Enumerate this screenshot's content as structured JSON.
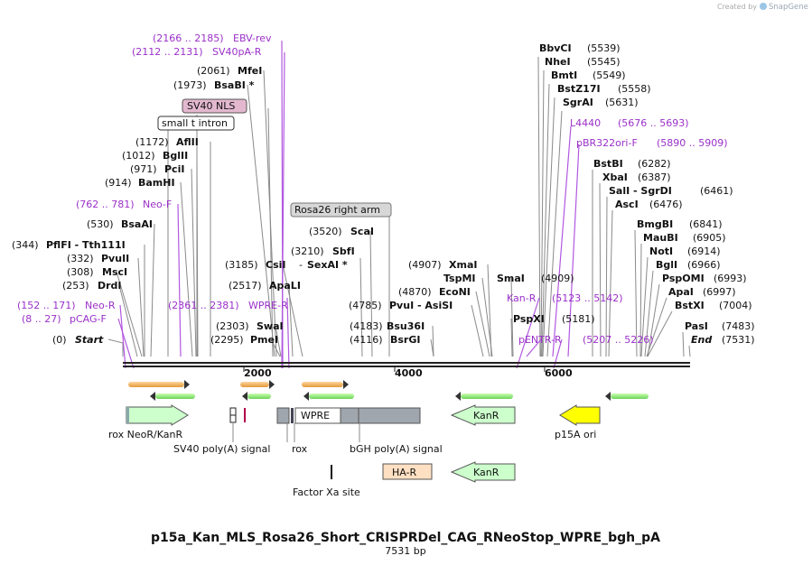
{
  "credit": {
    "prefix": "Created by",
    "brand": "SnapGene"
  },
  "map": {
    "name": "p15a_Kan_MLS_Rosa26_Short_CRISPRDel_CAG_RNeoStop_WPRE_bgh_pA",
    "length_label": "7531 bp",
    "length": 7531,
    "ticks": [
      "2000",
      "4000",
      "6000"
    ]
  },
  "sites": [
    {
      "pos": "(0)",
      "name": "Start"
    },
    {
      "pos": "(8 .. 27)",
      "name": "pCAG-F"
    },
    {
      "pos": "(152 .. 171)",
      "name": "Neo-R"
    },
    {
      "pos": "(253)",
      "name": "DrdI"
    },
    {
      "pos": "(308)",
      "name": "MscI"
    },
    {
      "pos": "(332)",
      "name": "PvuII"
    },
    {
      "pos": "(344)",
      "name": "PflFI - Tth111I"
    },
    {
      "pos": "(530)",
      "name": "BsaAI"
    },
    {
      "pos": "(762 .. 781)",
      "name": "Neo-F"
    },
    {
      "pos": "(914)",
      "name": "BamHI"
    },
    {
      "pos": "(971)",
      "name": "PciI"
    },
    {
      "pos": "(1012)",
      "name": "BglII"
    },
    {
      "pos": "(1172)",
      "name": "AflII"
    },
    {
      "pos": "(1973)",
      "name": "BsaBI *"
    },
    {
      "pos": "(2061)",
      "name": "MfeI"
    },
    {
      "pos": "(2112 .. 2131)",
      "name": "SV40pA-R"
    },
    {
      "pos": "(2166 .. 2185)",
      "name": "EBV-rev"
    },
    {
      "pos": "(2295)",
      "name": "PmeI"
    },
    {
      "pos": "(2303)",
      "name": "SwaI"
    },
    {
      "pos": "(2361 .. 2381)",
      "name": "WPRE-R"
    },
    {
      "pos": "(2517)",
      "name": "ApaLI"
    },
    {
      "pos": "(3185)",
      "name": "CsiI"
    },
    {
      "pos": "(3210)",
      "name": "SbfI"
    },
    {
      "pos": "",
      "name": "SexAI *"
    },
    {
      "pos": "(3520)",
      "name": "ScaI"
    },
    {
      "pos": "(4116)",
      "name": "BsrGI"
    },
    {
      "pos": "(4183)",
      "name": "Bsu36I"
    },
    {
      "pos": "(4785)",
      "name": "PvuI - AsiSI"
    },
    {
      "pos": "(4870)",
      "name": "EcoNI"
    },
    {
      "pos": "",
      "name": "TspMI"
    },
    {
      "pos": "(4907)",
      "name": "XmaI"
    },
    {
      "pos": "(4909)",
      "name": "SmaI"
    },
    {
      "pos": "(5123 .. 5142)",
      "name": "Kan-R"
    },
    {
      "pos": "(5181)",
      "name": "PspXI"
    },
    {
      "pos": "(5207 .. 5226)",
      "name": "pENTR-R"
    },
    {
      "pos": "(5539)",
      "name": "BbvCI"
    },
    {
      "pos": "(5545)",
      "name": "NheI"
    },
    {
      "pos": "(5549)",
      "name": "BmtI"
    },
    {
      "pos": "(5558)",
      "name": "BstZ17I"
    },
    {
      "pos": "(5631)",
      "name": "SgrAI"
    },
    {
      "pos": "(5676 .. 5693)",
      "name": "L4440"
    },
    {
      "pos": "(5890 .. 5909)",
      "name": "pBR322ori-F"
    },
    {
      "pos": "(6282)",
      "name": "BstBI"
    },
    {
      "pos": "(6387)",
      "name": "XbaI"
    },
    {
      "pos": "(6461)",
      "name": "SalI - SgrDI"
    },
    {
      "pos": "(6476)",
      "name": "AscI"
    },
    {
      "pos": "(6841)",
      "name": "BmgBI"
    },
    {
      "pos": "(6905)",
      "name": "MauBI"
    },
    {
      "pos": "(6914)",
      "name": "NotI"
    },
    {
      "pos": "(6966)",
      "name": "BglI"
    },
    {
      "pos": "(6993)",
      "name": "PspOMI"
    },
    {
      "pos": "(6997)",
      "name": "ApaI"
    },
    {
      "pos": "(7004)",
      "name": "BstXI"
    },
    {
      "pos": "(7483)",
      "name": "PasI"
    },
    {
      "pos": "(7531)",
      "name": "End"
    }
  ],
  "features": [
    {
      "name": "rox NeoR/KanR",
      "color": "#ccffcc"
    },
    {
      "name": "SV40 poly(A) signal",
      "color": "#ffffff"
    },
    {
      "name": "rox",
      "color": "#a0a6ad"
    },
    {
      "name": "WPRE",
      "color": "#ffffff"
    },
    {
      "name": "bGH poly(A) signal",
      "color": "#a0a6ad"
    },
    {
      "name": "KanR",
      "color": "#ccffcc"
    },
    {
      "name": "p15A ori",
      "color": "#ffff00"
    },
    {
      "name": "Factor Xa site",
      "color": "#000000"
    },
    {
      "name": "HA-R",
      "color": "#ffe0c2"
    },
    {
      "name": "KanR",
      "color": "#ccffcc"
    }
  ],
  "boxed_labels": [
    {
      "name": "SV40 NLS",
      "color": "#e3b8cf"
    },
    {
      "name": "small t intron",
      "color": "#ffffff"
    },
    {
      "name": "Rosa26 right arm",
      "color": "#d7d7d7"
    }
  ]
}
